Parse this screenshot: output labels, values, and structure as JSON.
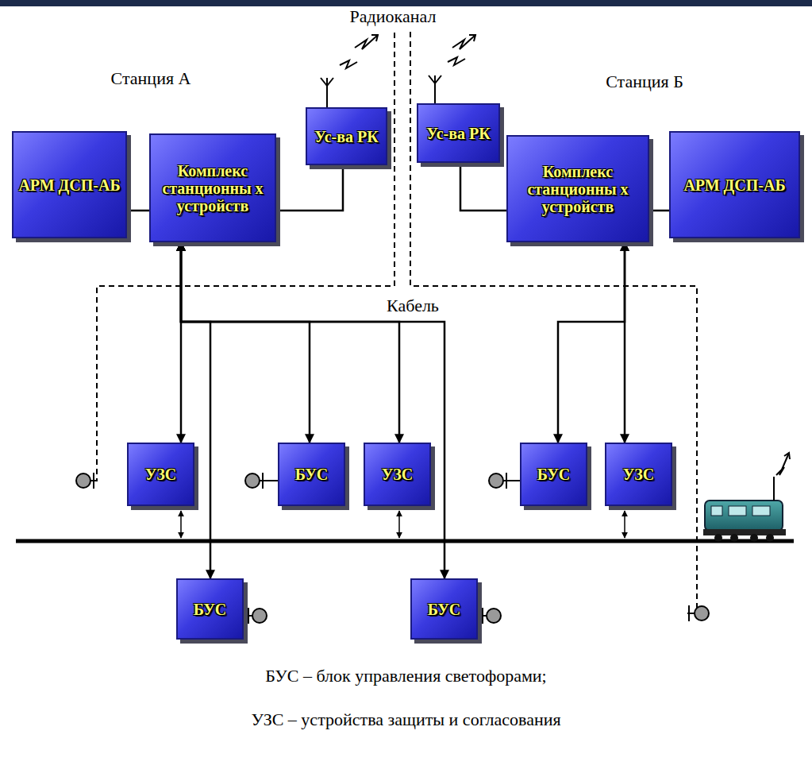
{
  "diagram": {
    "nodes": [
      {
        "text": [
          "АРМ ДСП-АБ"
        ]
      },
      {
        "text": [
          "Комплекс станционны х устройств"
        ]
      },
      {
        "text": [
          "Ус-ва РК"
        ]
      },
      {
        "text": [
          "Ус-ва РК"
        ]
      },
      {
        "text": [
          "Комплекс станционны х устройств"
        ]
      },
      {
        "text": [
          "АРМ ДСП-АБ"
        ]
      },
      {
        "text": [
          "УЗС"
        ]
      },
      {
        "text": [
          "БУС"
        ]
      },
      {
        "text": [
          "УЗС"
        ]
      },
      {
        "text": [
          "БУС"
        ]
      },
      {
        "text": [
          "УЗС"
        ]
      },
      {
        "text": [
          "БУС"
        ]
      },
      {
        "text": [
          "БУС"
        ]
      }
    ],
    "edges": [
      {
        "from": 0,
        "to": 1,
        "arrow": "none"
      },
      {
        "from": 1,
        "to": 2,
        "arrow": "none"
      },
      {
        "from": 4,
        "to": 3,
        "arrow": "none"
      },
      {
        "from": 4,
        "to": 5,
        "arrow": "none"
      },
      {
        "from": 1,
        "to": 6,
        "arrow": "both"
      },
      {
        "from": 1,
        "to": 11,
        "arrow": "both"
      },
      {
        "from": 1,
        "to": 7,
        "arrow": "both"
      },
      {
        "from": 1,
        "to": 8,
        "arrow": "both"
      },
      {
        "from": 1,
        "to": 12,
        "arrow": "both"
      },
      {
        "from": 4,
        "to": 9,
        "arrow": "both"
      },
      {
        "from": 4,
        "to": 10,
        "arrow": "both"
      }
    ],
    "labels": [
      "Радиоканал",
      "Станция А",
      "Станция Б",
      "Кабель",
      "БУС – блок управления светофорами;",
      "УЗС – устройства защиты и согласования"
    ]
  }
}
